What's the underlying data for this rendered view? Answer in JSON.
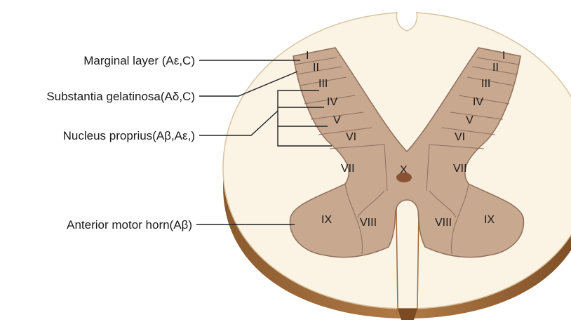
{
  "labels": {
    "marginal_layer": "Marginal layer (Aε,C)",
    "substantia_gelatinosa": "Substantia gelatinosa(Aδ,C)",
    "nucleus_proprius": "Nucleus proprius(Aβ,Aε,)",
    "anterior_motor_horn": "Anterior motor horn(Aβ)"
  },
  "laminae": {
    "left": [
      "I",
      "II",
      "III",
      "IV",
      "V",
      "VI",
      "VII",
      "IX",
      "VIII"
    ],
    "right": [
      "I",
      "II",
      "III",
      "IV",
      "V",
      "VI",
      "VII",
      "VIII",
      "IX"
    ],
    "center": "X"
  },
  "colors": {
    "white_matter": "#fbf4e4",
    "white_matter_edge": "#d9c3a0",
    "gray_matter": "#c9a890",
    "gray_matter_edge": "#8e6f5b",
    "side_shadow": "#a6703c",
    "side_shadow_dark": "#7d4e26",
    "central_canal": "#8a5234",
    "leader_line": "#222222"
  }
}
